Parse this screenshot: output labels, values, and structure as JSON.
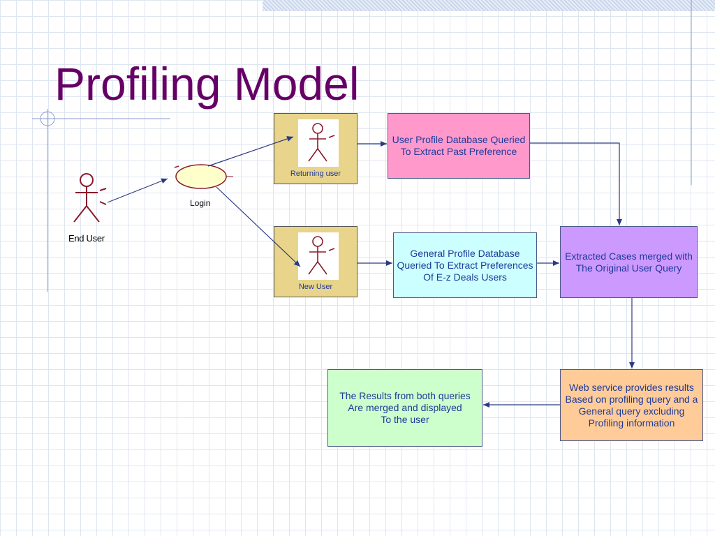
{
  "title": "Profiling Model",
  "actors": {
    "end_user": "End User",
    "login": "Login",
    "returning_user": "Returning user",
    "new_user": "New User"
  },
  "boxes": {
    "user_profile_db": "User Profile Database Queried\nTo Extract Past Preference",
    "general_profile_db": "General Profile Database\nQueried To Extract Preferences\nOf E-z Deals Users",
    "extracted_cases": "Extracted Cases merged with\nThe Original User Query",
    "web_service": "Web service provides results\nBased on profiling query and a\nGeneral query excluding\nProfiling information",
    "results": "The Results from both queries\nAre merged and displayed\nTo the user"
  },
  "colors": {
    "title": "#660066",
    "actor": "#8b1a2b",
    "user_profile_db": "#ff99cc",
    "general_profile_db": "#ccffff",
    "extracted_cases": "#cc99ff",
    "web_service": "#ffcc99",
    "results": "#ccffcc",
    "actor_box": "#e8d48a"
  }
}
